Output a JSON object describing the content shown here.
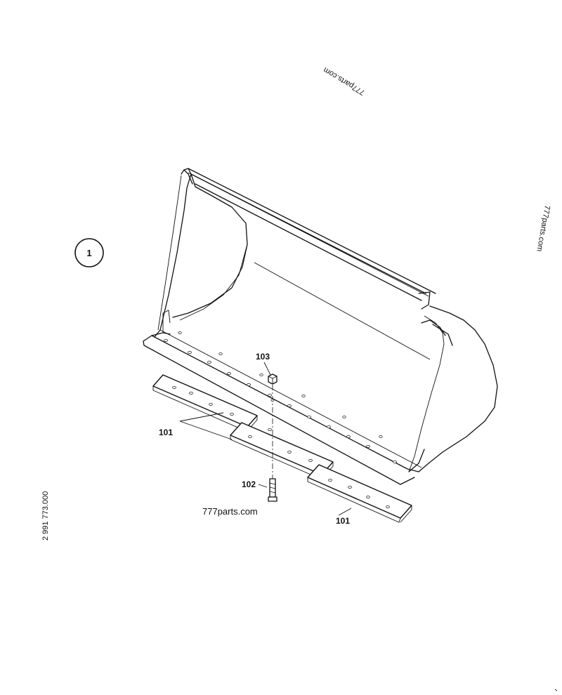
{
  "figure": {
    "assembly_number": "1",
    "document_number": "2 991 773.000",
    "watermark_main": "777parts.com",
    "watermark_top": "777parts.com",
    "watermark_right": "777parts.com"
  },
  "callouts": {
    "cutting_edge_left": "101",
    "cutting_edge_right": "101",
    "bolt": "102",
    "nut": "103"
  }
}
